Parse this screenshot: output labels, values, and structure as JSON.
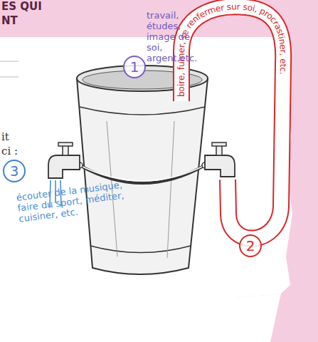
{
  "diagram": {
    "nodes": [
      {
        "text": [
          "1"
        ]
      },
      {
        "text": [
          "2"
        ]
      },
      {
        "text": [
          "3"
        ]
      }
    ],
    "labels": [
      "ES QUI",
      "NT",
      "it",
      "ci :",
      "travail, études, image de soi, argent,etc.",
      "boire, fumer, se renfermer sur soi, procrastiner, etc.",
      "écouter de la musique, faire du sport, méditer, cuisiner, etc."
    ]
  }
}
